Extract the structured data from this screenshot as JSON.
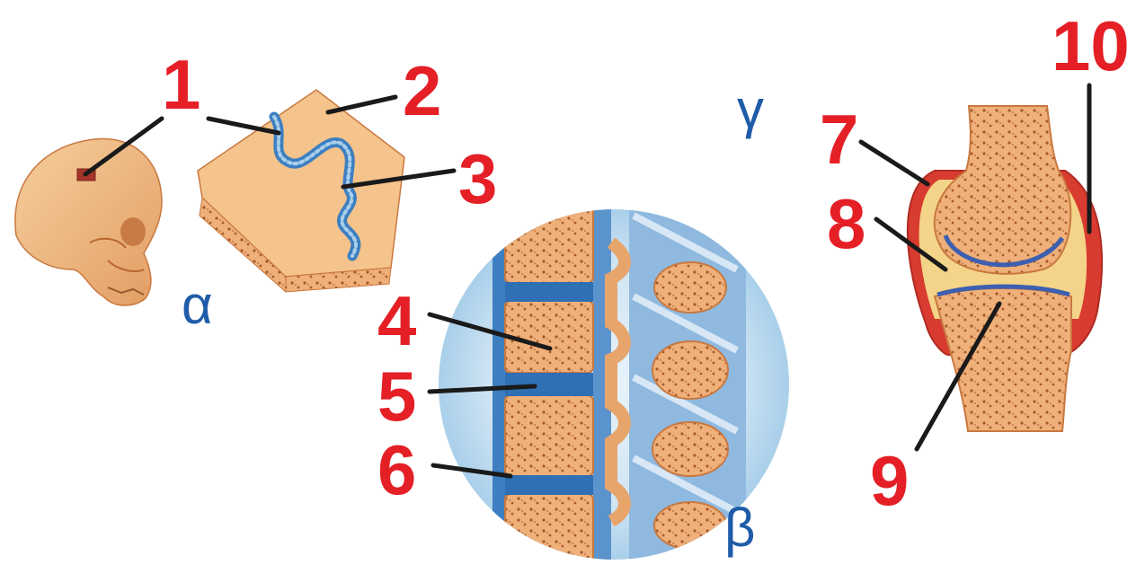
{
  "panels": {
    "alpha": {
      "label": "α"
    },
    "beta": {
      "label": "β"
    },
    "gamma": {
      "label": "γ"
    }
  },
  "callouts": [
    {
      "number": "1"
    },
    {
      "number": "2"
    },
    {
      "number": "3"
    },
    {
      "number": "4"
    },
    {
      "number": "5"
    },
    {
      "number": "6"
    },
    {
      "number": "7"
    },
    {
      "number": "8"
    },
    {
      "number": "9"
    },
    {
      "number": "10"
    }
  ],
  "colors": {
    "number_red": "#e51f26",
    "greek_blue": "#1f5ca8",
    "bone": "#efb07a",
    "bone_dark": "#c9783f",
    "bone_pores": "#a8592a",
    "cartilage_blue": "#3d7fc1",
    "halo_blue": "#b9d8ee",
    "capsule_red": "#d83b2f",
    "synovial_yellow": "#f4d488",
    "leader_line": "#1a1a1a"
  }
}
